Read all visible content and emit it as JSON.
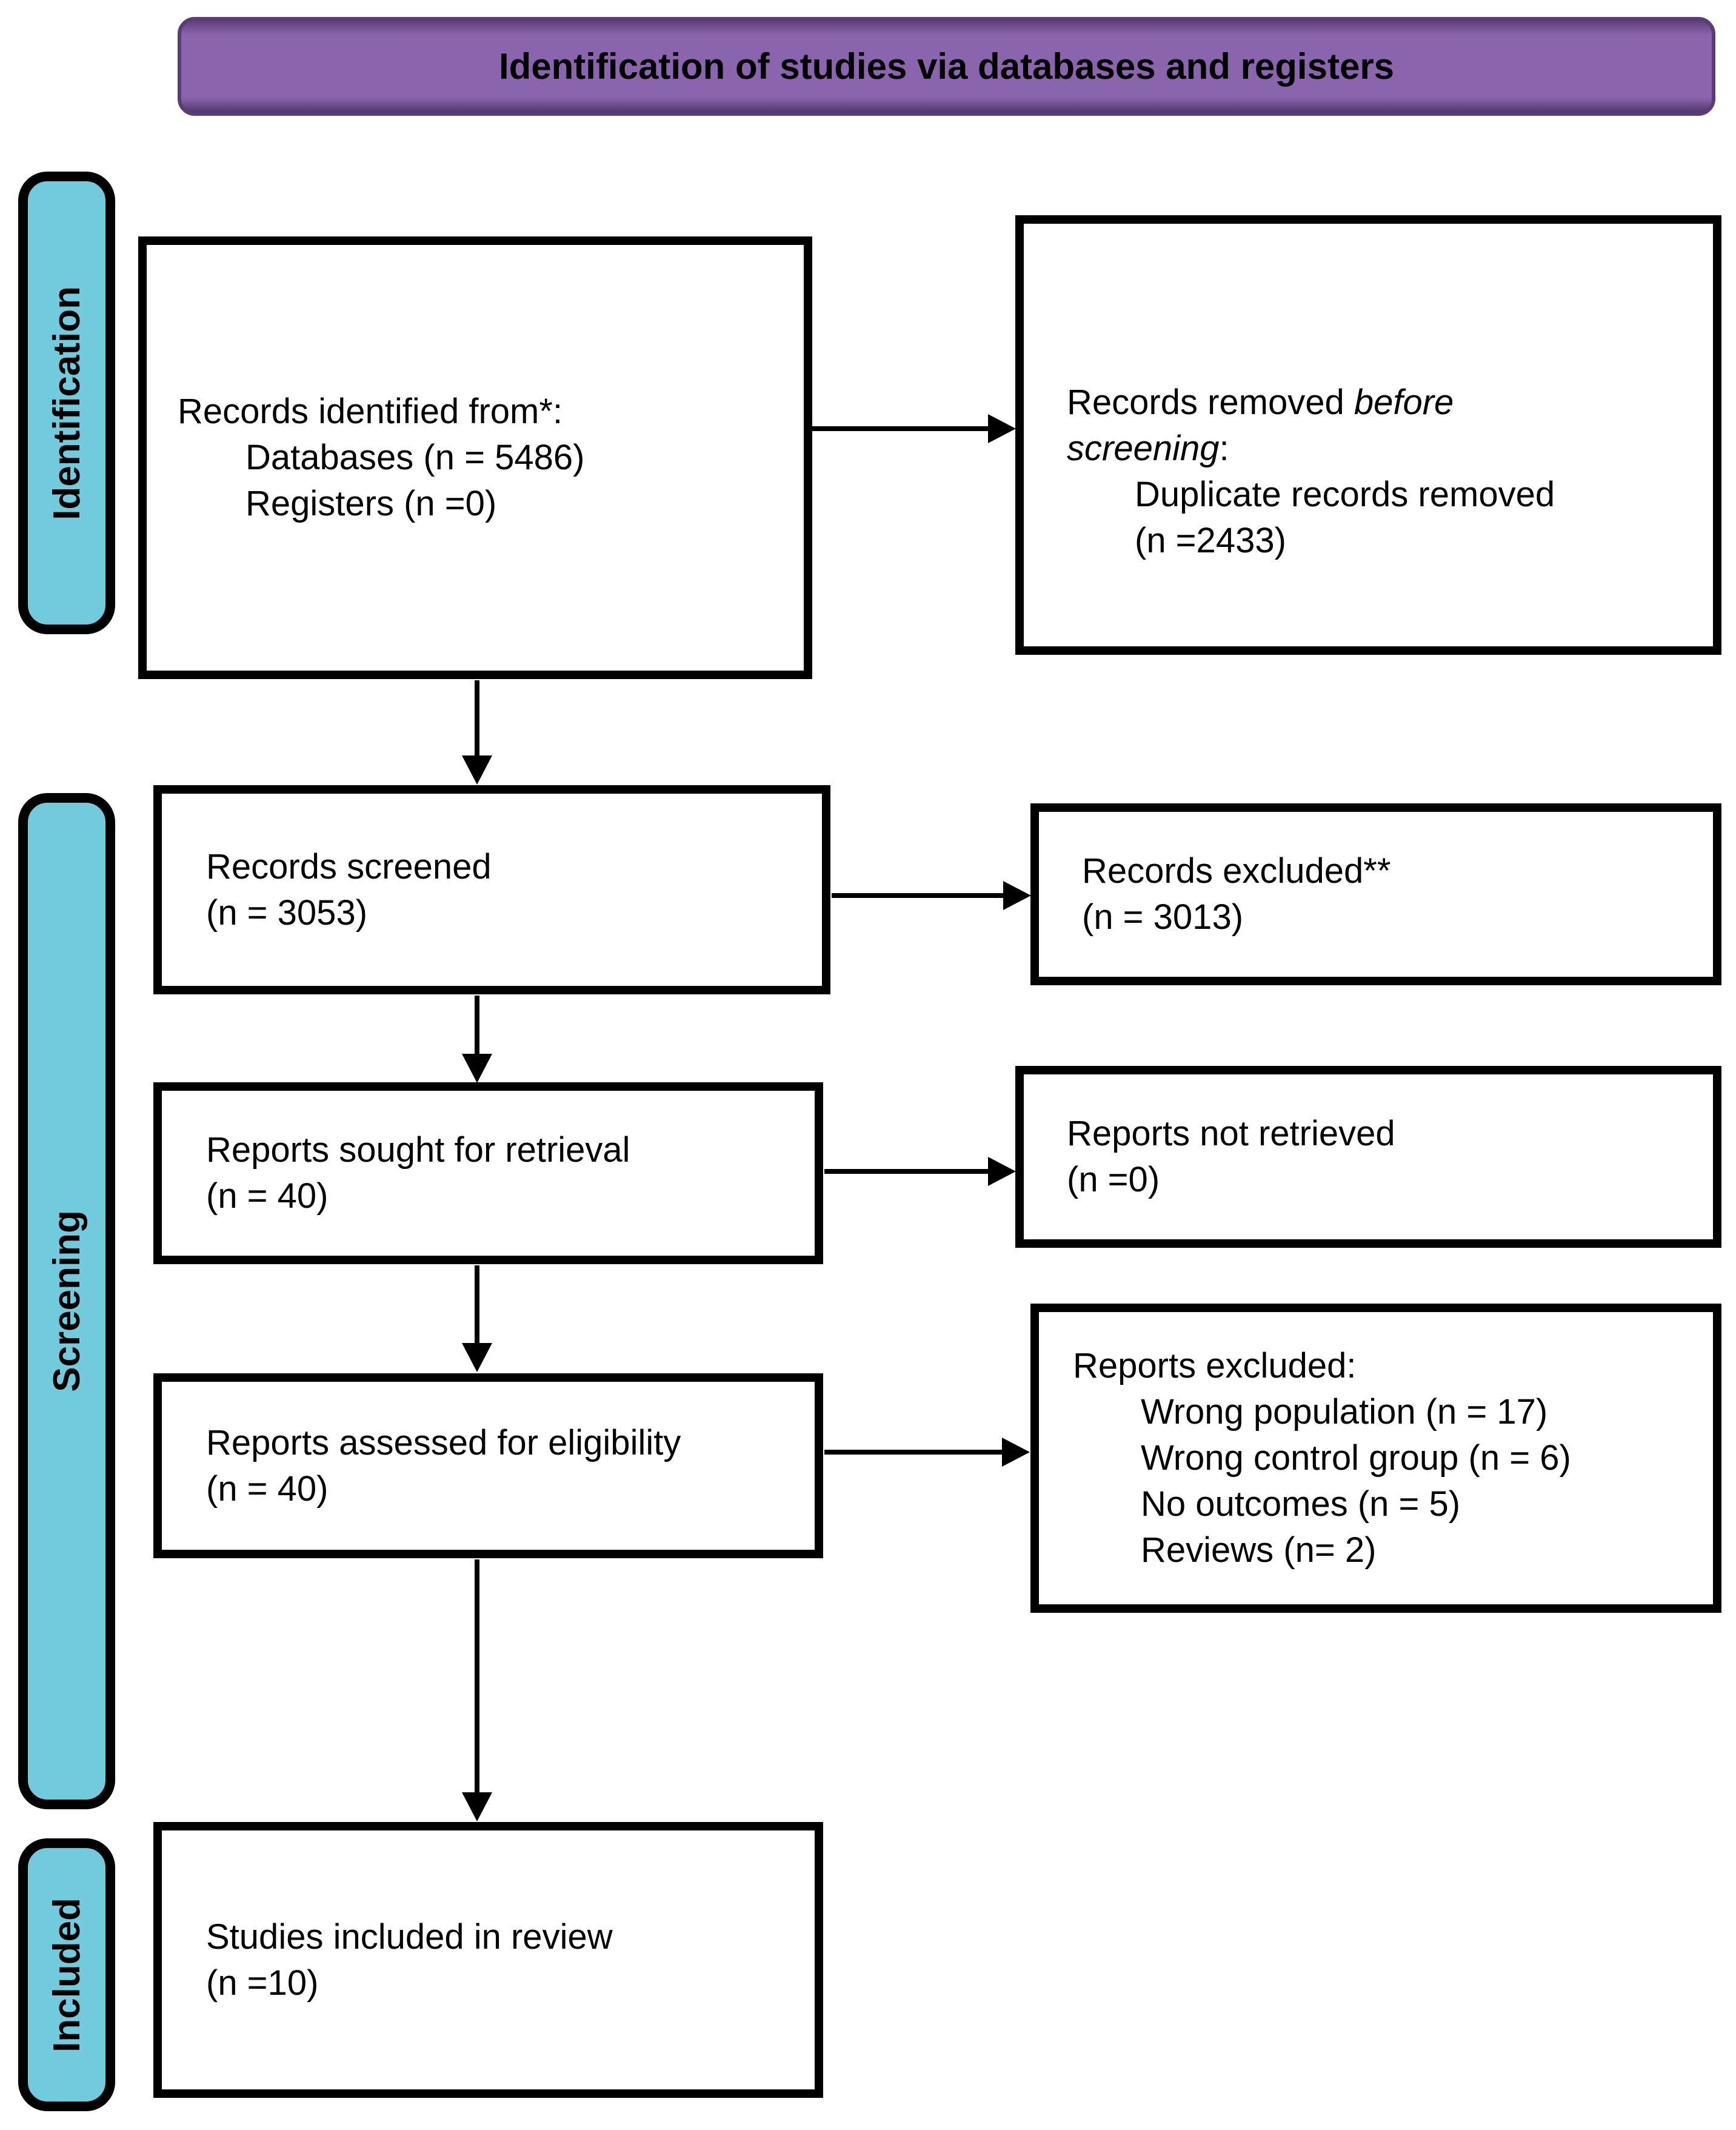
{
  "title": "Identification of studies via databases and registers",
  "stages": {
    "identification": "Identification",
    "screening": "Screening",
    "included": "Included"
  },
  "boxes": {
    "records_identified": {
      "heading": "Records identified from*:",
      "items": [
        "Databases (n = 5486)",
        "Registers (n =0)"
      ]
    },
    "records_removed": {
      "prefix": "Records removed ",
      "italic_word1": "before",
      "italic_word2": "screening",
      "suffix": ":",
      "items": [
        "Duplicate records removed",
        "(n =2433)"
      ]
    },
    "records_screened": {
      "line1": "Records screened",
      "line2": "(n = 3053)"
    },
    "records_excluded": {
      "line1": "Records excluded**",
      "line2": "(n = 3013)"
    },
    "reports_sought": {
      "line1": "Reports sought for retrieval",
      "line2": "(n = 40)"
    },
    "reports_not_retrieved": {
      "line1": "Reports not retrieved",
      "line2": "(n =0)"
    },
    "reports_assessed": {
      "line1": "Reports assessed for eligibility",
      "line2": "(n = 40)"
    },
    "reports_excluded": {
      "heading": "Reports excluded:",
      "items": [
        "Wrong population (n = 17)",
        "Wrong control group (n = 6)",
        "No outcomes (n = 5)",
        "Reviews (n= 2)"
      ]
    },
    "studies_included": {
      "line1": "Studies included in review",
      "line2": "(n =10)"
    }
  },
  "colors": {
    "banner_fill": "#8a64ad",
    "banner_border": "#5a3d76",
    "banner_edge": "#5e4179",
    "banner_edge_dark": "#54366e",
    "stage_fill": "#72cbdd",
    "box_border": "#000000",
    "box_fill": "#ffffff"
  }
}
